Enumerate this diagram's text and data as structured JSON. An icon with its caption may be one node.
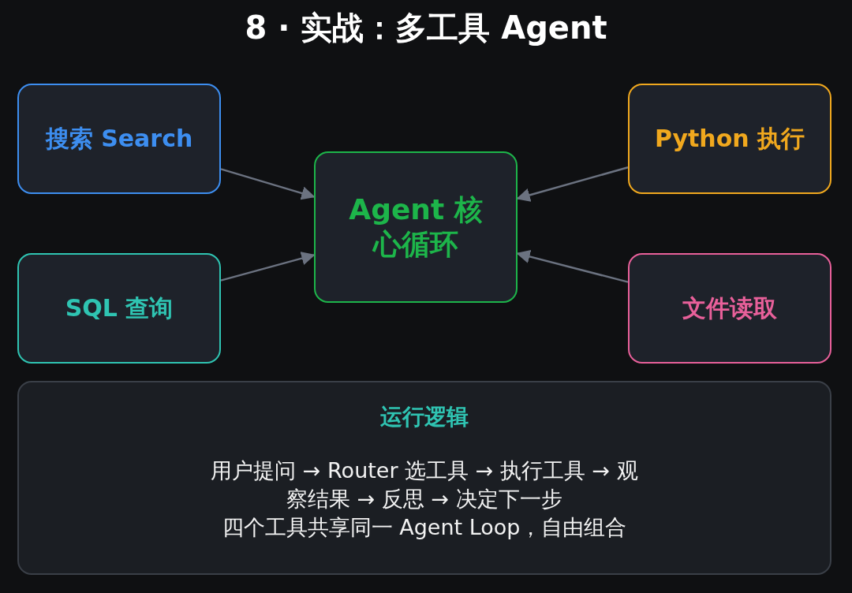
{
  "diagram": {
    "title": "8 · 实战：多工具 Agent",
    "nodes": [
      {
        "text": [
          "搜索 Search"
        ]
      },
      {
        "text": [
          "Python 执行"
        ]
      },
      {
        "text": [
          "Agent 核心循环"
        ]
      },
      {
        "text": [
          "SQL 查询"
        ]
      },
      {
        "text": [
          "文件读取"
        ]
      },
      {
        "text": [
          "运行逻辑",
          "用户提问 → Router 选工具 → 执行工具 → 观察结果 → 反思 → 决定下一步",
          "四个工具共享同一 Agent Loop，自由组合"
        ]
      }
    ],
    "edges": [
      {
        "from": 0,
        "to": 2,
        "arrow": "to"
      },
      {
        "from": 1,
        "to": 2,
        "arrow": "to"
      },
      {
        "from": 3,
        "to": 2,
        "arrow": "to"
      },
      {
        "from": 4,
        "to": 2,
        "arrow": "to"
      }
    ]
  }
}
